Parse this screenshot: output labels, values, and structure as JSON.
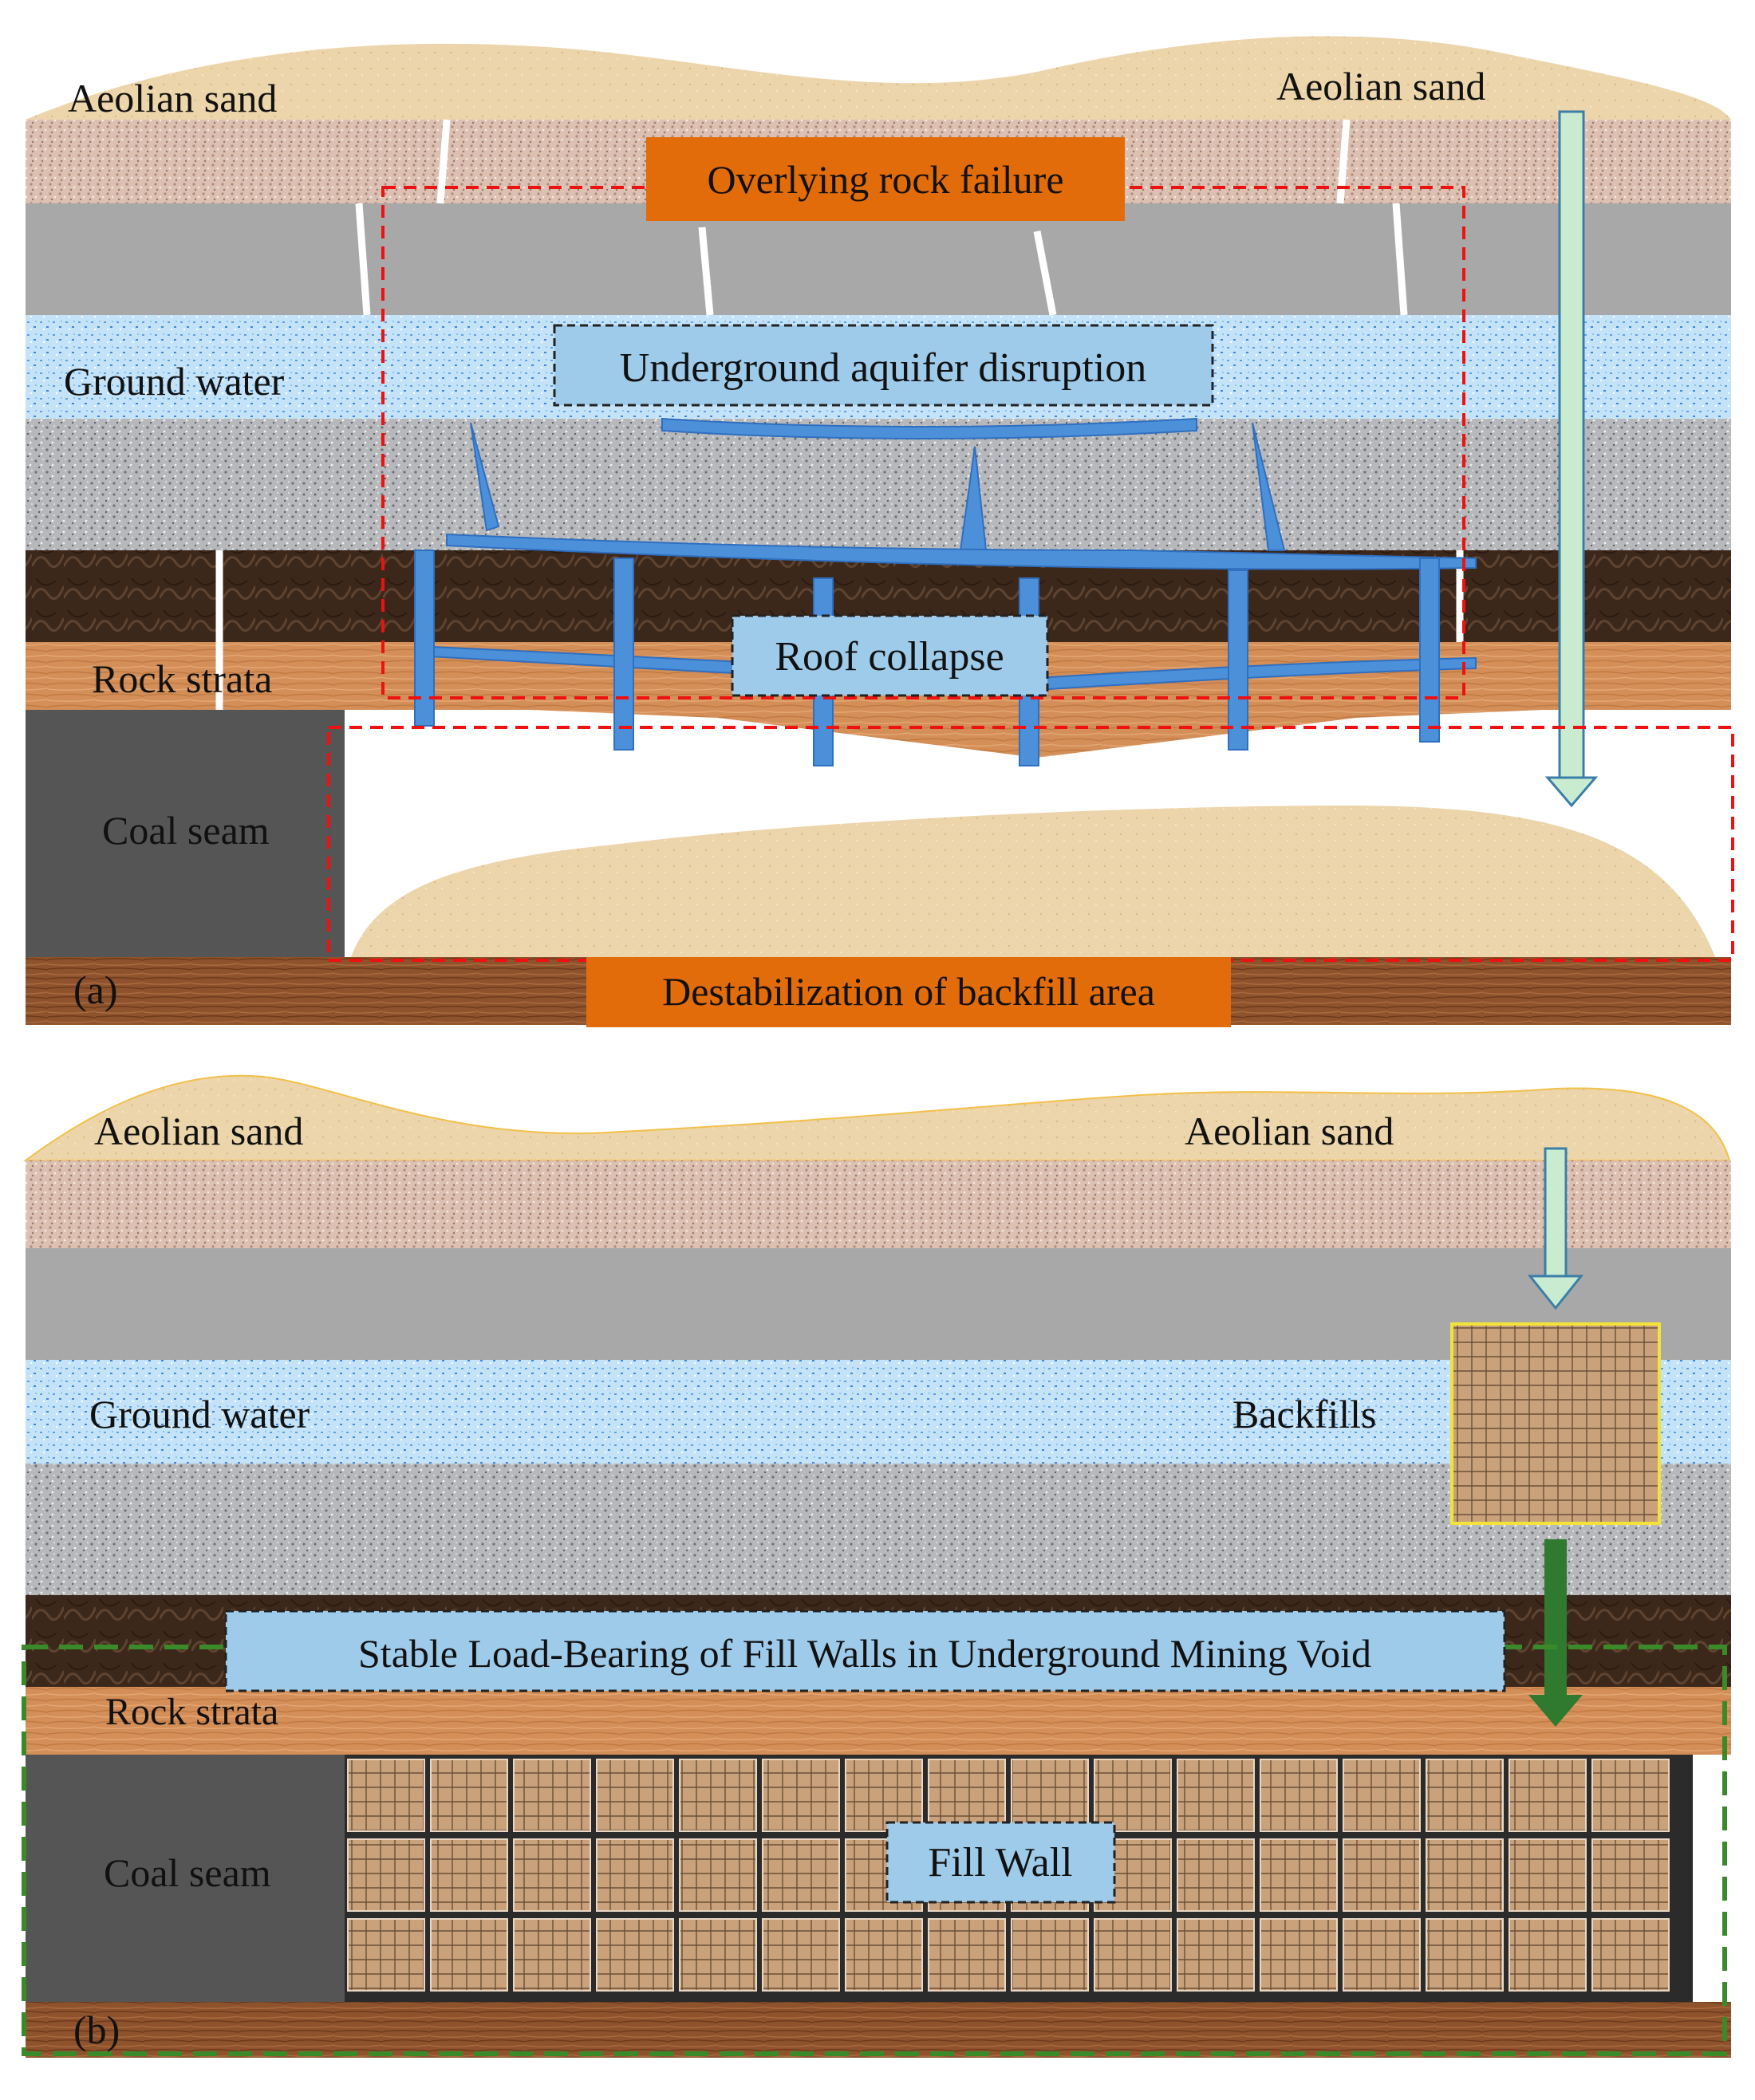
{
  "panel_a": {
    "tag": "(a)",
    "labels": {
      "aeolian_left": "Aeolian sand",
      "aeolian_right": "Aeolian sand",
      "ground_water": "Ground water",
      "rock_strata": "Rock strata",
      "coal_seam": "Coal seam"
    },
    "callouts": {
      "overlying_rock_failure": "Overlying rock failure",
      "aquifer_disruption": "Underground aquifer disruption",
      "roof_collapse": "Roof collapse",
      "backfill_destabilization": "Destabilization of backfill area"
    }
  },
  "panel_b": {
    "tag": "(b)",
    "labels": {
      "aeolian_left": "Aeolian sand",
      "aeolian_right": "Aeolian sand",
      "ground_water": "Ground water",
      "backfills": "Backfills",
      "rock_strata": "Rock strata",
      "coal_seam": "Coal seam"
    },
    "callouts": {
      "stable_load_bearing": "Stable Load-Bearing of Fill Walls in Underground Mining Void",
      "fill_wall": "Fill Wall"
    }
  },
  "colors": {
    "aeolian_sand": "#ecd4a8",
    "gravel_layer": "#d9bcae",
    "grey_rock": "#a6a6a6",
    "ground_water": "#bfe0f6",
    "granite": "#b4b6b9",
    "coal_layer": "#3e2a1d",
    "rock_strata": "#d08a55",
    "coal_seam": "#555555",
    "floor": "#8a4e2a",
    "callout_orange": "#e36c0a",
    "callout_blue": "#9fcbeb",
    "fracture_blue": "#3a7fd0",
    "arrow_green_light": "#c9ecd0",
    "arrow_green_dark": "#2f7a2f",
    "box_red_dashed": "#ee1111",
    "box_green_dashed": "#3a8a2a",
    "backfill_bag": "#c8a07a"
  }
}
